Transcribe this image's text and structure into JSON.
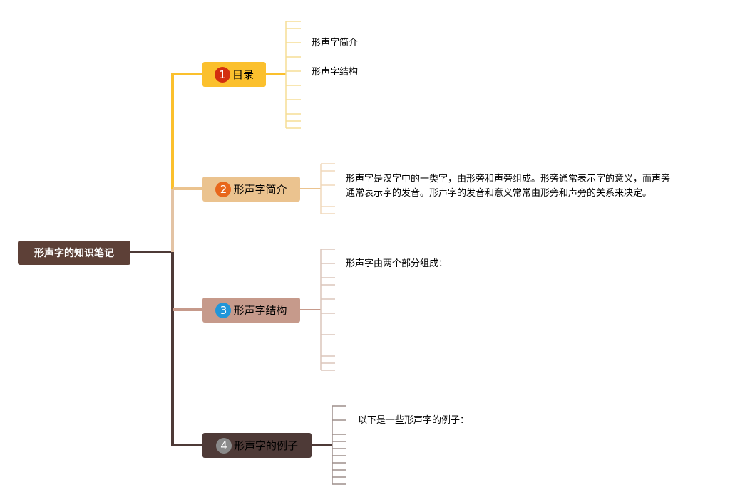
{
  "root": {
    "label": "形声字的知识笔记"
  },
  "branches": [
    {
      "number": "1",
      "label": "目录",
      "color": "#fbc02d",
      "badge_color": "#d32f0f",
      "badge_text": "#ffffff",
      "leaves": [
        "形声字简介",
        "形声字结构"
      ]
    },
    {
      "number": "2",
      "label": "形声字简介",
      "color": "#ebc38f",
      "badge_color": "#e8671b",
      "badge_text": "#ffffff",
      "leaves": [
        "形声字是汉字中的一类字，由形旁和声旁组成。形旁通常表示字的意义，而声旁",
        "通常表示字的发音。形声字的发音和意义常常由形旁和声旁的关系来决定。"
      ]
    },
    {
      "number": "3",
      "label": "形声字结构",
      "color": "#c69a8b",
      "badge_color": "#2196d9",
      "badge_text": "#ffffff",
      "leaves": [
        "形声字由两个部分组成："
      ]
    },
    {
      "number": "4",
      "label": "形声字的例子",
      "color": "#4e3a37",
      "badge_color": "#8a8a8a",
      "badge_text": "#ffffff",
      "leaves": [
        "以下是一些形声字的例子："
      ]
    }
  ]
}
